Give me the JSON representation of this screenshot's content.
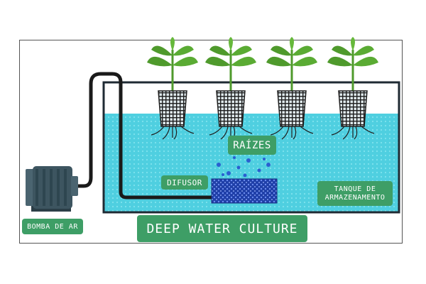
{
  "labels": {
    "raizes": "RAÍZES",
    "difusor": "DIFUSOR",
    "tanque_line1": "TANQUE DE",
    "tanque_line2": "ARMAZENAMENTO",
    "bomba": "BOMBA DE AR",
    "title": "DEEP WATER CULTURE"
  },
  "colors": {
    "label_bg": "#3e9e66",
    "water": "#4fcfe0",
    "tank_outline": "#1f2a33",
    "diffuser": "#2a4fbf",
    "bubbles": "#2a5fd0",
    "pump": "#3d5560",
    "leaf": "#4f9a2c",
    "pot": "#1e1e1e"
  },
  "icons": [
    "air-pump-icon",
    "plant-icon",
    "diffuser-icon",
    "air-hose-icon"
  ]
}
